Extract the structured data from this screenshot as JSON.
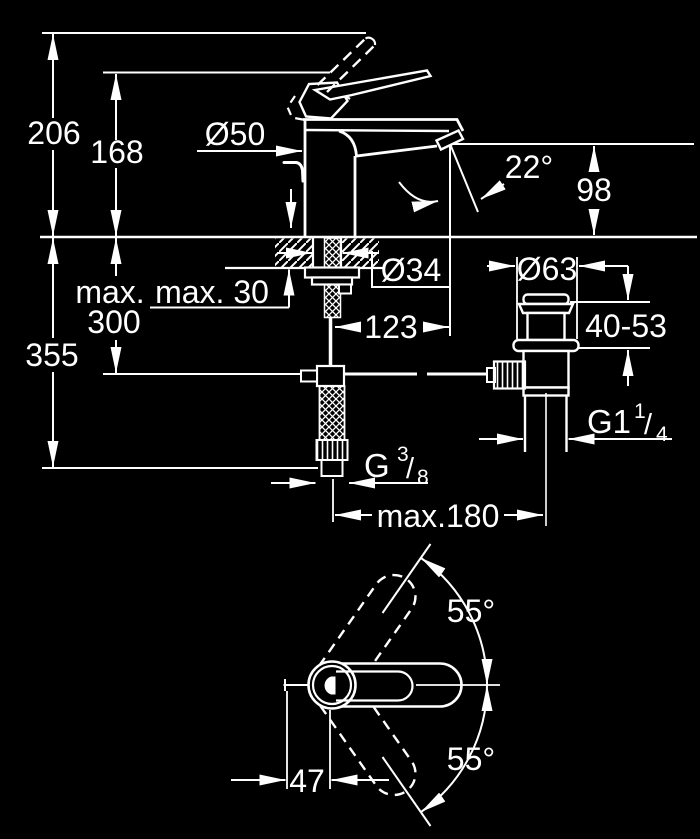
{
  "drawing": {
    "type": "faucet-installation-dimension-diagram",
    "colors": {
      "background": "#000000",
      "line": "#ffffff",
      "text": "#ffffff"
    },
    "views": [
      "side-elevation-with-mounting",
      "pop-up-waste-assembly",
      "handle-top-view-swing-range"
    ]
  },
  "labels": {
    "overall_height": "206",
    "lever_height": "168",
    "base_diameter": "Ø50",
    "spout_angle": "22°",
    "spout_outlet_height": "98",
    "hole_diameter": "Ø34",
    "waste_flange_diameter": "Ø63",
    "max_word": "max.",
    "max_rod_value": "300",
    "max_deck_thickness": "max. 30",
    "depth_below_deck": "355",
    "spout_projection": "123",
    "waste_deck_range": "40-53",
    "waste_thread_base": "G1",
    "waste_thread_sup": "1",
    "waste_thread_slash": "/",
    "waste_thread_sub": "4",
    "hose_thread_base": "G",
    "hose_thread_sup": "3",
    "hose_thread_slash": "/",
    "hose_thread_sub": "8",
    "rod_reach": "max.180",
    "handle_swing_upper": "55°",
    "handle_swing_lower": "55°",
    "handle_offset": "47"
  }
}
